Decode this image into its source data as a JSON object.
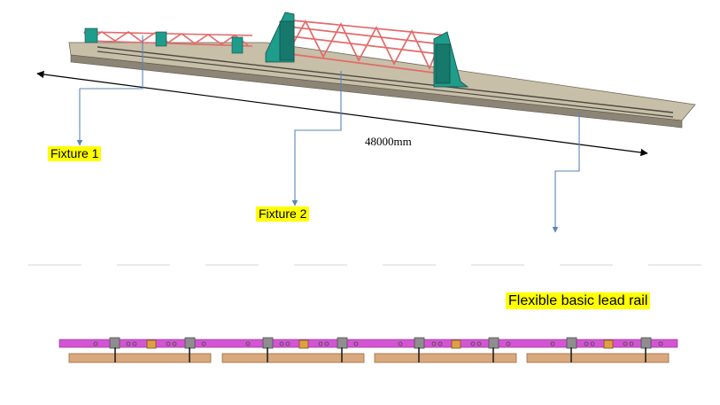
{
  "labels": {
    "fixture_1": "Fixture 1",
    "fixture_2": "Fixture 2",
    "dimension": "48000mm",
    "rail": "Flexible basic lead rail"
  },
  "colors": {
    "truss": "#f08b8b",
    "clamp": "#1e9c8c",
    "rail_top": "#c8bfa8",
    "rail_side": "#8c8474",
    "leader": "#5a86b5",
    "lower_rail": "#d455d4",
    "lower_base": "#d9a87c",
    "highlight": "#ffff00"
  }
}
